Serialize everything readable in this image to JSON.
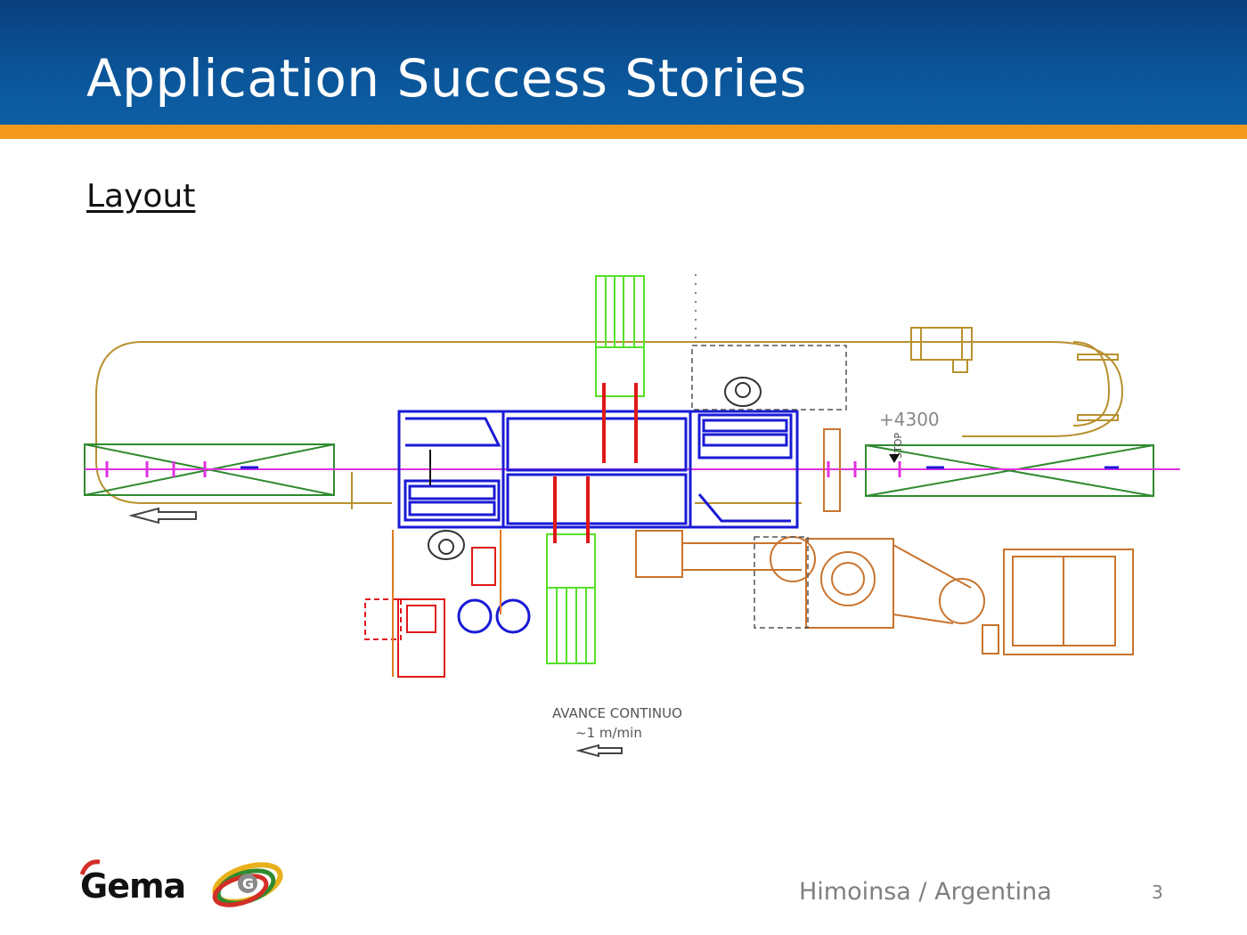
{
  "slide": {
    "title": "Application Success Stories",
    "subtitle": "Layout",
    "footer_text": "Himoinsa / Argentina",
    "page_number": "3"
  },
  "drawing": {
    "label_height": "+4300",
    "label_stop": "STOP",
    "label_advance_line1": "AVANCE CONTINUO",
    "label_advance_line2": "~1 m/min"
  },
  "logo": {
    "brand": "Gema",
    "emblem_letter": "G"
  },
  "colors": {
    "header_blue": "#0b5599",
    "header_stripe": "#f39a1c",
    "conveyor_tan": "#b8912f",
    "booth_blue": "#1a1ad6",
    "gun_red": "#e01818",
    "rack_green": "#57e02a",
    "track_green": "#2f8a2f",
    "center_magenta": "#e030e0",
    "equipment_orange": "#c8742e",
    "logo_red": "#d32f27"
  }
}
